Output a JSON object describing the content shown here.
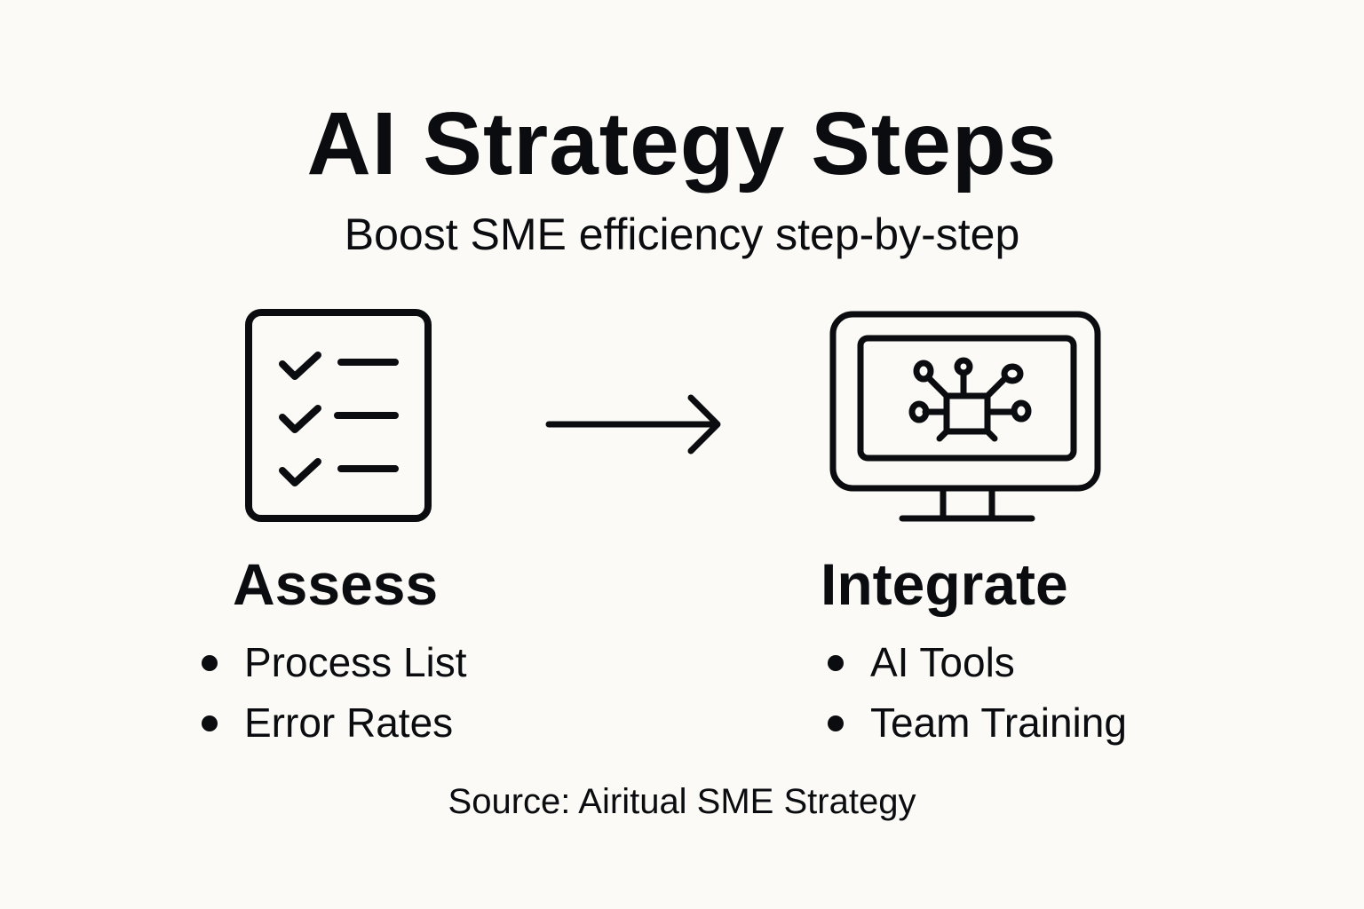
{
  "header": {
    "title": "AI Strategy Steps",
    "subtitle": "Boost SME efficiency step-by-step"
  },
  "steps": [
    {
      "icon": "checklist-icon",
      "title": "Assess",
      "bullets": [
        "Process List",
        "Error Rates"
      ]
    },
    {
      "icon": "monitor-ai-chip-icon",
      "title": "Integrate",
      "bullets": [
        "AI Tools",
        "Team Training"
      ]
    }
  ],
  "connector": {
    "icon": "arrow-right-icon"
  },
  "footer": {
    "source": "Source: Airitual SME Strategy"
  },
  "colors": {
    "background": "#fbfaf6",
    "ink": "#0a0c0f"
  }
}
